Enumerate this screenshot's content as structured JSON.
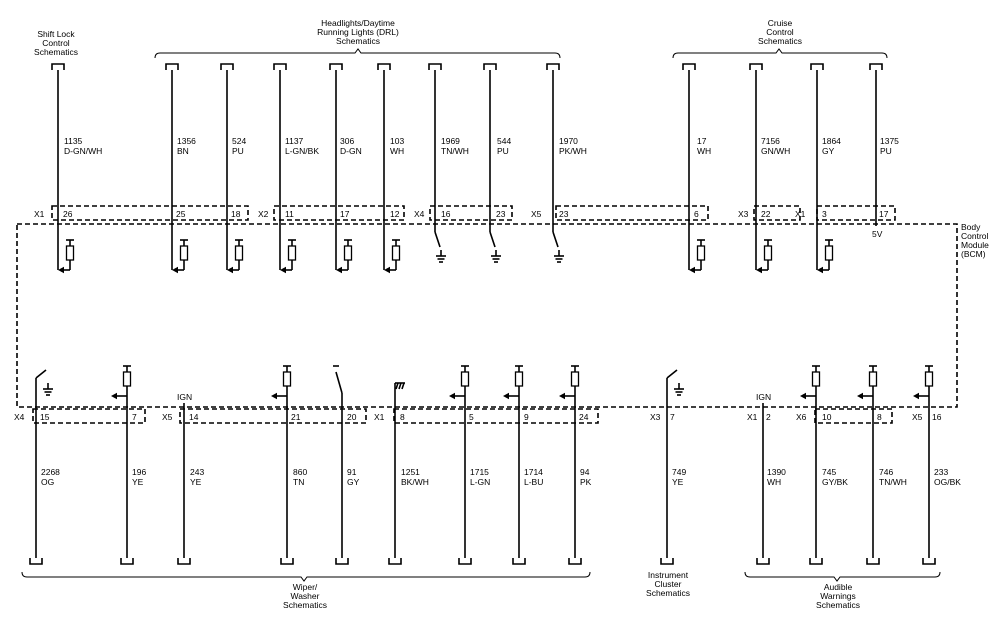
{
  "groups": {
    "shift_lock": [
      "Shift Lock",
      "Control",
      "Schematics"
    ],
    "headlights": [
      "Headlights/Daytime",
      "Running Lights (DRL)",
      "Schematics"
    ],
    "cruise": [
      "Cruise",
      "Control",
      "Schematics"
    ],
    "wiper": [
      "Wiper/",
      "Washer",
      "Schematics"
    ],
    "cluster": [
      "Instrument",
      "Cluster",
      "Schematics"
    ],
    "audible": [
      "Audible",
      "Warnings",
      "Schematics"
    ]
  },
  "module": [
    "Body",
    "Control",
    "Module",
    "(BCM)"
  ],
  "top_connectors": [
    {
      "id": "t-x1",
      "label": "X1"
    },
    {
      "id": "t-x2",
      "label": "X2"
    },
    {
      "id": "t-x4",
      "label": "X4"
    },
    {
      "id": "t-x5",
      "label": "X5"
    },
    {
      "id": "t-x3",
      "label": "X3"
    },
    {
      "id": "t-x1b",
      "label": "X1"
    }
  ],
  "bottom_connectors": [
    {
      "id": "b-x4",
      "label": "X4"
    },
    {
      "id": "b-x5",
      "label": "X5"
    },
    {
      "id": "b-x1",
      "label": "X1"
    },
    {
      "id": "b-x3",
      "label": "X3"
    },
    {
      "id": "b-x1b",
      "label": "X1"
    },
    {
      "id": "b-x6",
      "label": "X6"
    },
    {
      "id": "b-x5b",
      "label": "X5"
    }
  ],
  "top_circuits": [
    {
      "circuit": "1135",
      "color": "D-GN/WH",
      "pin": "26",
      "symbol": "pullup"
    },
    {
      "circuit": "1356",
      "color": "BN",
      "pin": "25",
      "symbol": "pullup"
    },
    {
      "circuit": "524",
      "color": "PU",
      "pin": "18",
      "symbol": "pullup"
    },
    {
      "circuit": "1137",
      "color": "L-GN/BK",
      "pin": "11",
      "symbol": "pullup"
    },
    {
      "circuit": "306",
      "color": "D-GN",
      "pin": "17",
      "symbol": "pullup"
    },
    {
      "circuit": "103",
      "color": "WH",
      "pin": "12",
      "symbol": "pullup"
    },
    {
      "circuit": "1969",
      "color": "TN/WH",
      "pin": "16",
      "symbol": "lowside"
    },
    {
      "circuit": "544",
      "color": "PU",
      "pin": "23",
      "symbol": "lowside"
    },
    {
      "circuit": "1970",
      "color": "PK/WH",
      "pin": "23",
      "symbol": "lowside"
    },
    {
      "circuit": "17",
      "color": "WH",
      "pin": "6",
      "symbol": "pullup"
    },
    {
      "circuit": "7156",
      "color": "GN/WH",
      "pin": "22",
      "symbol": "pullup"
    },
    {
      "circuit": "1864",
      "color": "GY",
      "pin": "3",
      "symbol": "pullup"
    },
    {
      "circuit": "1375",
      "color": "PU",
      "pin": "17",
      "symbol": "5v",
      "note": "5V"
    }
  ],
  "bottom_circuits": [
    {
      "circuit": "2268",
      "color": "OG",
      "pin": "15",
      "symbol": "lowside"
    },
    {
      "circuit": "196",
      "color": "YE",
      "pin": "7",
      "symbol": "pullup"
    },
    {
      "circuit": "243",
      "color": "YE",
      "pin": "14",
      "symbol": "ign",
      "note": "IGN"
    },
    {
      "circuit": "860",
      "color": "TN",
      "pin": "21",
      "symbol": "pullup"
    },
    {
      "circuit": "91",
      "color": "GY",
      "pin": "20",
      "symbol": "highside"
    },
    {
      "circuit": "1251",
      "color": "BK/WH",
      "pin": "8",
      "symbol": "chassis"
    },
    {
      "circuit": "1715",
      "color": "L-GN",
      "pin": "5",
      "symbol": "pullup"
    },
    {
      "circuit": "1714",
      "color": "L-BU",
      "pin": "9",
      "symbol": "pullup"
    },
    {
      "circuit": "94",
      "color": "PK",
      "pin": "24",
      "symbol": "pullup"
    },
    {
      "circuit": "749",
      "color": "YE",
      "pin": "7",
      "symbol": "lowside"
    },
    {
      "circuit": "1390",
      "color": "WH",
      "pin": "2",
      "symbol": "ign",
      "note": "IGN"
    },
    {
      "circuit": "745",
      "color": "GY/BK",
      "pin": "10",
      "symbol": "pullup"
    },
    {
      "circuit": "746",
      "color": "TN/WH",
      "pin": "8",
      "symbol": "pullup"
    },
    {
      "circuit": "233",
      "color": "OG/BK",
      "pin": "16",
      "symbol": "pullup"
    }
  ]
}
